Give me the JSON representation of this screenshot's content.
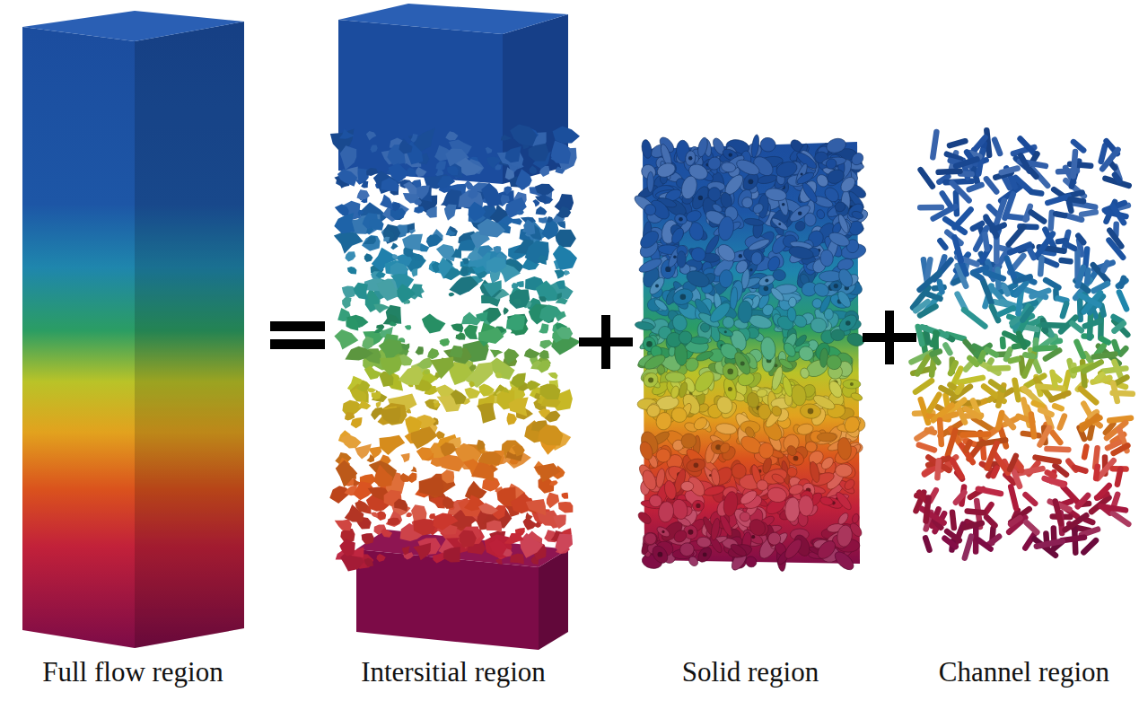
{
  "diagram": {
    "labels": [
      "Full flow region",
      "Intersitial region",
      "Solid region",
      "Channel region"
    ]
  }
}
